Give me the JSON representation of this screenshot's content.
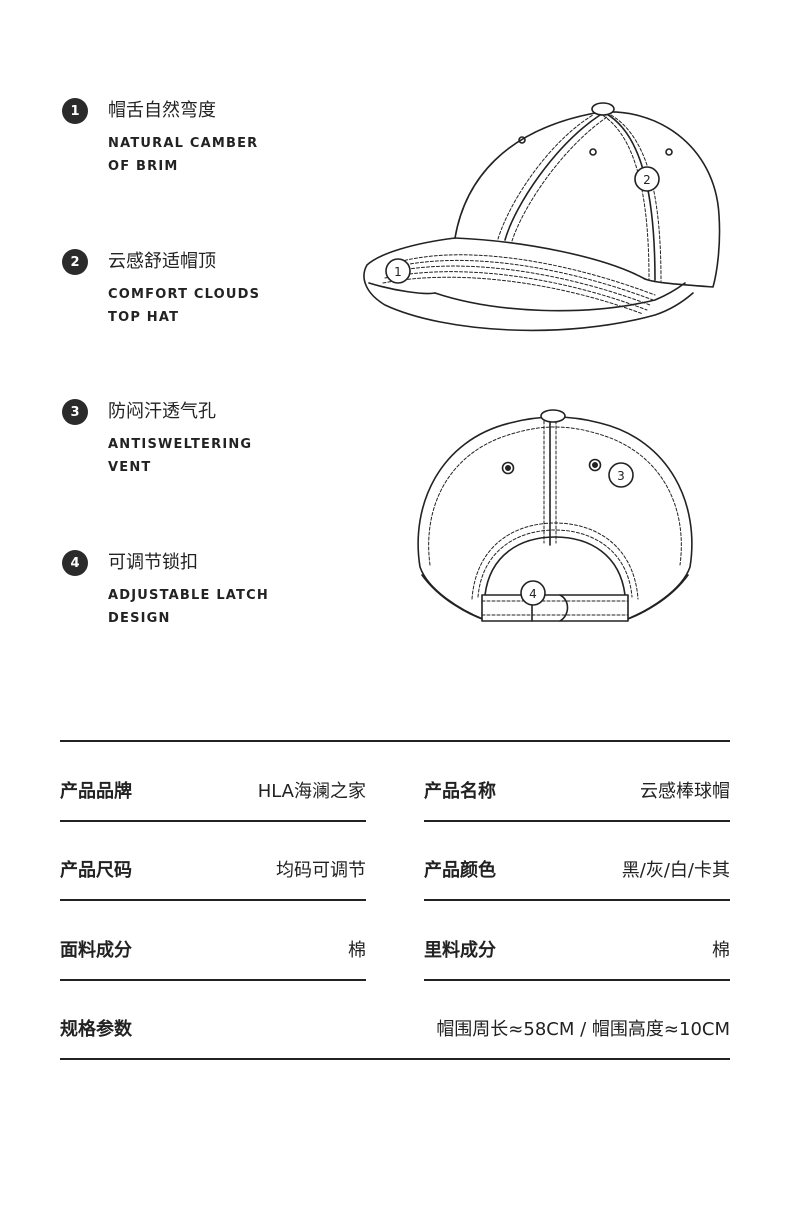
{
  "features": [
    {
      "num": "1",
      "title": "帽舌自然弯度",
      "en_line1": "NATURAL CAMBER",
      "en_line2": "OF BRIM"
    },
    {
      "num": "2",
      "title": "云感舒适帽顶",
      "en_line1": "COMFORT CLOUDS",
      "en_line2": "TOP HAT"
    },
    {
      "num": "3",
      "title": "防闷汗透气孔",
      "en_line1": "ANTISWELTERING",
      "en_line2": "VENT"
    },
    {
      "num": "4",
      "title": "可调节锁扣",
      "en_line1": "ADJUSTABLE LATCH",
      "en_line2": "DESIGN"
    }
  ],
  "diagram_side": {
    "callout1": "1",
    "callout2": "2"
  },
  "diagram_back": {
    "callout3": "3",
    "callout4": "4"
  },
  "specs": {
    "brand": {
      "label": "产品品牌",
      "value": "HLA海澜之家"
    },
    "name": {
      "label": "产品名称",
      "value": "云感棒球帽"
    },
    "size": {
      "label": "产品尺码",
      "value": "均码可调节"
    },
    "color": {
      "label": "产品颜色",
      "value": "黑/灰/白/卡其"
    },
    "fabric": {
      "label": "面料成分",
      "value": "棉"
    },
    "lining": {
      "label": "里料成分",
      "value": "棉"
    },
    "spec": {
      "label": "规格参数",
      "value": "帽围周长≈58CM / 帽围高度≈10CM"
    }
  },
  "colors": {
    "ink": "#222222",
    "badge": "#2b2b2b",
    "background": "#ffffff"
  }
}
